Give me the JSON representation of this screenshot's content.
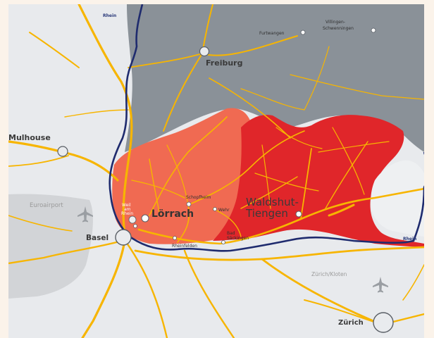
{
  "map": {
    "labels": {
      "rhein_north": "Rhein",
      "rhein_east": "Rhein",
      "furtwangen": "Furtwangen",
      "villingen_1": "Villingen-",
      "villingen_2": "Schwenningen",
      "freiburg": "Freiburg",
      "mulhouse": "Mulhouse",
      "euroairport": "Euroairport",
      "basel": "Basel",
      "loerrach": "Lörrach",
      "weil_1": "Weil",
      "weil_2": "am",
      "weil_3": "Rhein",
      "schopfheim": "Schopfheim",
      "wehr": "Wehr",
      "waldshut_1": "Waldshut-",
      "waldshut_2": "Tiengen",
      "bad_1": "Bad",
      "bad_2": "Säckingen",
      "rheinfelden": "Rheinfelden",
      "zurich_kloten": "Zürich/Kloten",
      "zurich": "Zürich"
    },
    "colors": {
      "background": "#e8eaed",
      "mountains": "#8a9198",
      "region_dark": "#e0262a",
      "region_light": "#f06a52",
      "roads": "#f7b500",
      "border": "#1f2b6e",
      "france_urban": "#d2d4d7"
    },
    "icons": [
      "airplane-icon",
      "airplane-icon"
    ]
  }
}
